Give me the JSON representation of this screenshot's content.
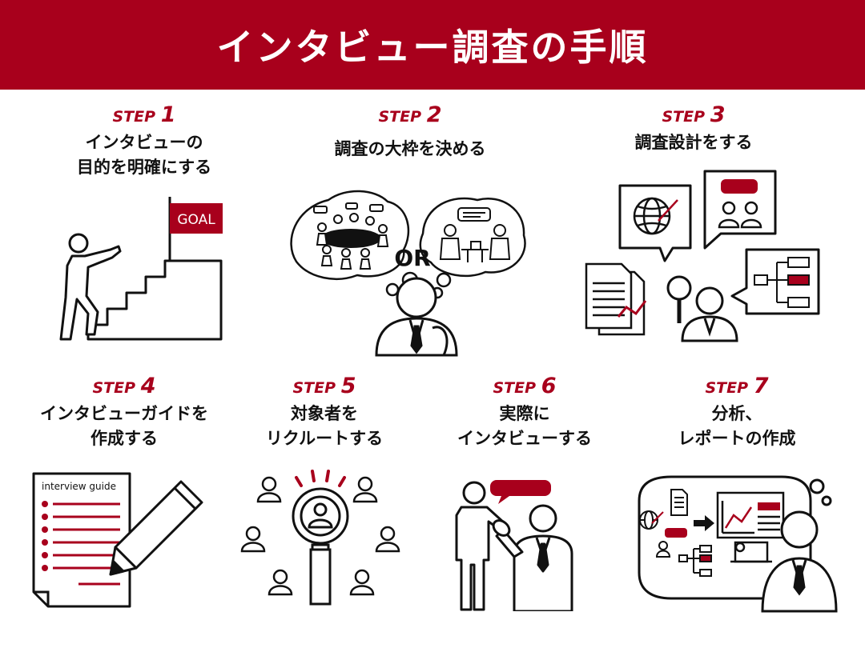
{
  "page": {
    "title": "インタビュー調査の手順",
    "accent_color": "#a8001c",
    "ink_color": "#111111"
  },
  "steps": [
    {
      "label": "STEP",
      "number": "1",
      "title": "インタビューの\n目的を明確にする",
      "illustration": {
        "icon": "stairs-goal-icon",
        "text": "GOAL"
      }
    },
    {
      "label": "STEP",
      "number": "2",
      "title": "調査の大枠を決める",
      "illustration": {
        "icon": "group-or-individual-icon",
        "text": "OR"
      }
    },
    {
      "label": "STEP",
      "number": "3",
      "title": "調査設計をする",
      "illustration": {
        "icon": "research-design-icon"
      }
    },
    {
      "label": "STEP",
      "number": "4",
      "title": "インタビューガイドを\n作成する",
      "illustration": {
        "icon": "interview-guide-icon",
        "text": "interview guide"
      }
    },
    {
      "label": "STEP",
      "number": "5",
      "title": "対象者を\nリクルートする",
      "illustration": {
        "icon": "recruit-magnifier-icon"
      }
    },
    {
      "label": "STEP",
      "number": "6",
      "title": "実際に\nインタビューする",
      "illustration": {
        "icon": "interview-microphone-icon"
      }
    },
    {
      "label": "STEP",
      "number": "7",
      "title": "分析、\nレポートの作成",
      "illustration": {
        "icon": "analysis-report-icon"
      }
    }
  ]
}
